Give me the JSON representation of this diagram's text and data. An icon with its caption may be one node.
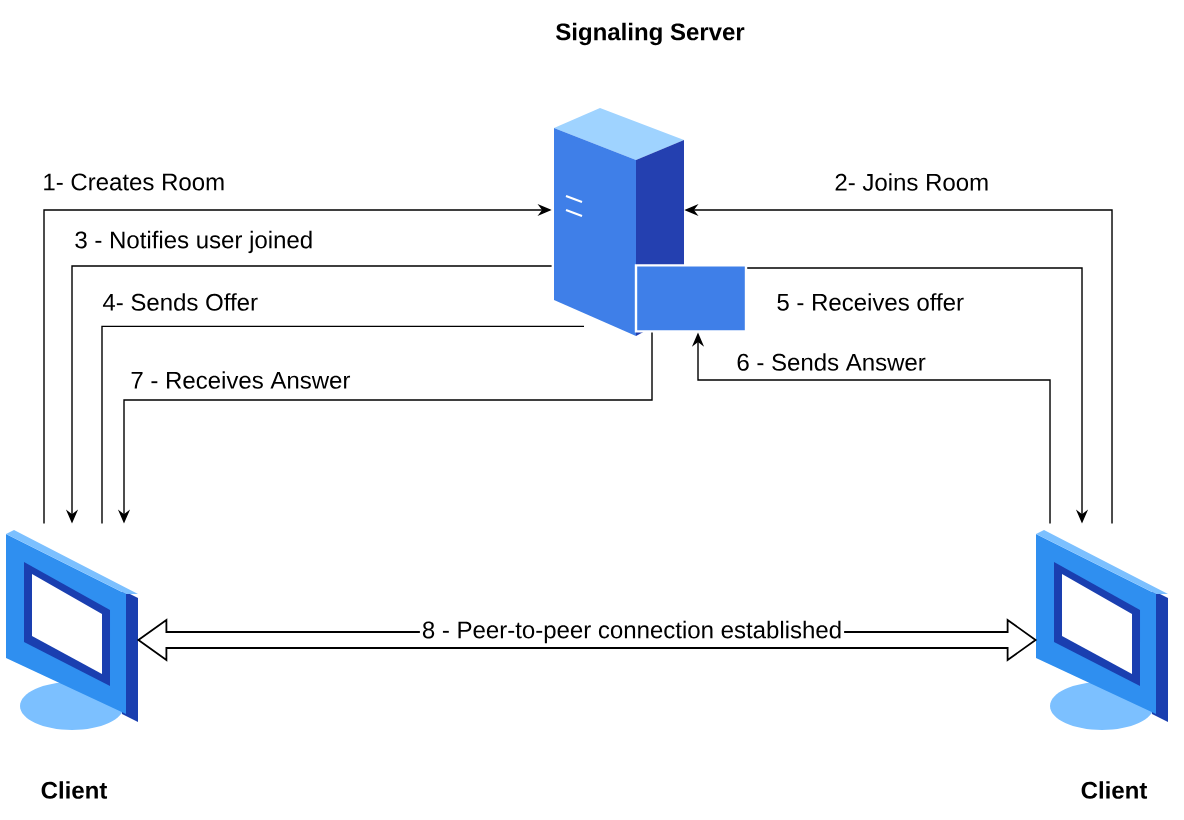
{
  "diagram": {
    "nodes": [
      {
        "text": [
          "Signaling Server"
        ]
      },
      {
        "text": [],
        "shape": "cylinder"
      },
      {
        "text": [
          "Client"
        ]
      },
      {
        "text": [
          "Client"
        ]
      }
    ],
    "edges": [
      {
        "from": 2,
        "to": 0,
        "arrow": "to",
        "label": "1- Creates Room"
      },
      {
        "from": 3,
        "to": 0,
        "arrow": "to",
        "label": "2- Joins Room"
      },
      {
        "from": 0,
        "to": 2,
        "arrow": "to",
        "label": "3 - Notifies user joined"
      },
      {
        "from": 2,
        "to": 0,
        "arrow": "none",
        "label": "4- Sends Offer"
      },
      {
        "from": 1,
        "to": 3,
        "arrow": "to",
        "label": "5 - Receives offer"
      },
      {
        "from": 3,
        "to": 1,
        "arrow": "to",
        "label": "6 - Sends Answer"
      },
      {
        "from": 1,
        "to": 2,
        "arrow": "to",
        "label": "7 - Receives Answer"
      },
      {
        "from": 2,
        "to": 3,
        "arrow": "both",
        "label": "8 - Peer-to-peer connection established",
        "style": "thick"
      }
    ]
  }
}
